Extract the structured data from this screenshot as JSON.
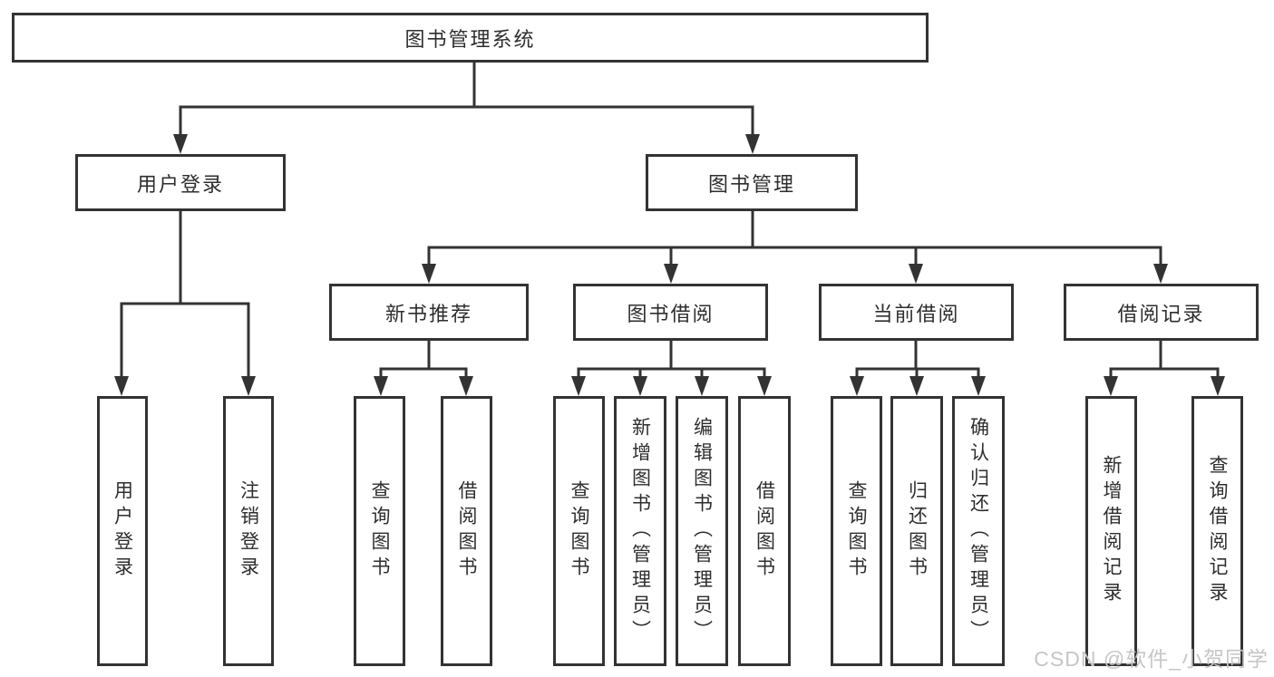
{
  "tree": {
    "root": {
      "label": "图书管理系统"
    },
    "branches": [
      {
        "label": "用户登录",
        "children": [
          {
            "label": "用户登录"
          },
          {
            "label": "注销登录"
          }
        ]
      },
      {
        "label": "图书管理",
        "children": [
          {
            "label": "新书推荐",
            "children": [
              {
                "label": "查询图书"
              },
              {
                "label": "借阅图书"
              }
            ]
          },
          {
            "label": "图书借阅",
            "children": [
              {
                "label": "查询图书"
              },
              {
                "label": "新增图书（管理员）"
              },
              {
                "label": "编辑图书（管理员）"
              },
              {
                "label": "借阅图书"
              }
            ]
          },
          {
            "label": "当前借阅",
            "children": [
              {
                "label": "查询图书"
              },
              {
                "label": "归还图书"
              },
              {
                "label": "确认归还（管理员）"
              }
            ]
          },
          {
            "label": "借阅记录",
            "children": [
              {
                "label": "新增借阅记录"
              },
              {
                "label": "查询借阅记录"
              }
            ]
          }
        ]
      }
    ]
  },
  "watermark": {
    "text": "CSDN @软件_小贺同学"
  },
  "colors": {
    "line": "#333333",
    "text": "#2e2e2e",
    "background": "#ffffff",
    "watermark": "#c6c6c6"
  }
}
